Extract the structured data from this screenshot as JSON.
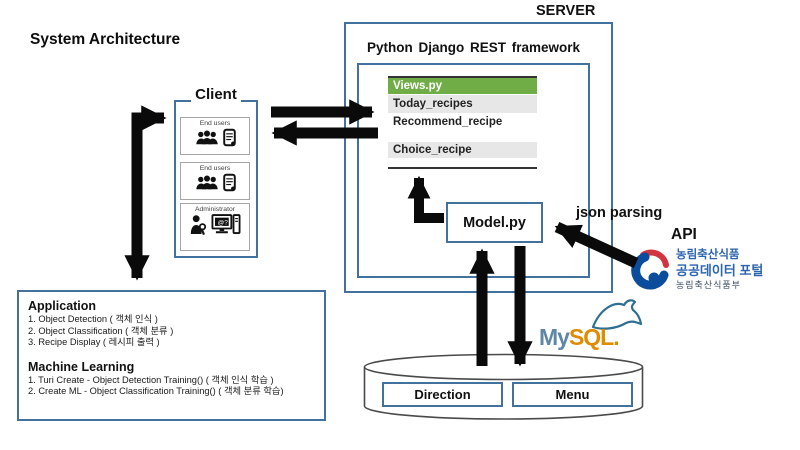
{
  "page": {
    "title": "System Architecture"
  },
  "server": {
    "label": "SERVER",
    "framework_title": "Python Django REST framework",
    "views_table": {
      "header": "Views.py",
      "header_bg": "#70AD47",
      "rows": [
        "Today_recipes",
        "Recommend_recipe",
        "Choice_recipe"
      ]
    },
    "model_label": "Model.py"
  },
  "client": {
    "title": "Client",
    "groups": [
      {
        "label": "End users",
        "icons": [
          "users-group-icon",
          "smartphone-icon"
        ]
      },
      {
        "label": "End users",
        "icons": [
          "users-group-icon",
          "smartphone-icon"
        ]
      },
      {
        "label": "Administrator",
        "icons": [
          "admin-wrench-icon",
          "desktop-computer-icon"
        ]
      }
    ]
  },
  "labels": {
    "json_parsing": "json parsing",
    "api": "API"
  },
  "api_logo": {
    "line1": "농림축산식품",
    "line2": "공공데이터 포털",
    "line3": "농림축산식품부",
    "text_color": "#2d64b0",
    "symbol_blue": "#0c4c9c",
    "symbol_red": "#d2353f"
  },
  "mysql": {
    "my": "My",
    "sql": "SQL.",
    "my_color": "#5d87a5",
    "sql_color": "#e08b00"
  },
  "database": {
    "tables": [
      {
        "name": "Direction"
      },
      {
        "name": "Menu"
      }
    ]
  },
  "application": {
    "title": "Application",
    "items": [
      "1. Object Detection  ( 객체 인식 )",
      "2. Object Classification  ( 객체 분류 )",
      "3. Recipe Display  ( 레시피 출력 )"
    ],
    "ml_title": "Machine Learning",
    "ml_items": [
      "1. Turi Create - Object Detection Training() ( 객체 인식 학습 )",
      "2. Create ML - Object Classification  Training() ( 객체 분류 학습)"
    ]
  },
  "colors": {
    "box_border": "#41719C",
    "arrow": "#0a0a0a",
    "table_gray": "#e8e7e7",
    "table_line": "#333333"
  }
}
